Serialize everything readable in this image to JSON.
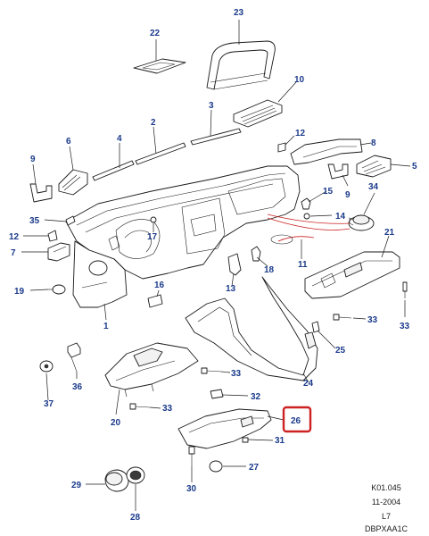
{
  "highlight_color": "#cc2222",
  "callout_color": "#1a3a8a",
  "callouts": [
    {
      "id": "c1",
      "label": "1"
    },
    {
      "id": "c2",
      "label": "2"
    },
    {
      "id": "c3",
      "label": "3"
    },
    {
      "id": "c4",
      "label": "4"
    },
    {
      "id": "c5",
      "label": "5"
    },
    {
      "id": "c6",
      "label": "6"
    },
    {
      "id": "c7",
      "label": "7"
    },
    {
      "id": "c8",
      "label": "8"
    },
    {
      "id": "c9a",
      "label": "9"
    },
    {
      "id": "c9b",
      "label": "9"
    },
    {
      "id": "c10",
      "label": "10"
    },
    {
      "id": "c11",
      "label": "11"
    },
    {
      "id": "c12a",
      "label": "12"
    },
    {
      "id": "c12b",
      "label": "12"
    },
    {
      "id": "c13",
      "label": "13"
    },
    {
      "id": "c14",
      "label": "14"
    },
    {
      "id": "c15",
      "label": "15"
    },
    {
      "id": "c16",
      "label": "16"
    },
    {
      "id": "c17",
      "label": "17"
    },
    {
      "id": "c18",
      "label": "18"
    },
    {
      "id": "c19",
      "label": "19"
    },
    {
      "id": "c20",
      "label": "20"
    },
    {
      "id": "c21",
      "label": "21"
    },
    {
      "id": "c22",
      "label": "22"
    },
    {
      "id": "c23",
      "label": "23"
    },
    {
      "id": "c24",
      "label": "24"
    },
    {
      "id": "c25",
      "label": "25"
    },
    {
      "id": "c26",
      "label": "26"
    },
    {
      "id": "c27",
      "label": "27"
    },
    {
      "id": "c28",
      "label": "28"
    },
    {
      "id": "c29",
      "label": "29"
    },
    {
      "id": "c30",
      "label": "30"
    },
    {
      "id": "c31",
      "label": "31"
    },
    {
      "id": "c32",
      "label": "32"
    },
    {
      "id": "c33a",
      "label": "33"
    },
    {
      "id": "c33b",
      "label": "33"
    },
    {
      "id": "c33c",
      "label": "33"
    },
    {
      "id": "c33d",
      "label": "33"
    },
    {
      "id": "c34",
      "label": "34"
    },
    {
      "id": "c35",
      "label": "35"
    },
    {
      "id": "c36",
      "label": "36"
    },
    {
      "id": "c37",
      "label": "37"
    }
  ],
  "highlighted_callout": "26",
  "reference": {
    "code": "K01.045",
    "date": "11-2004",
    "sheet": "L7",
    "drawing_id": "DBPXAA1C"
  }
}
